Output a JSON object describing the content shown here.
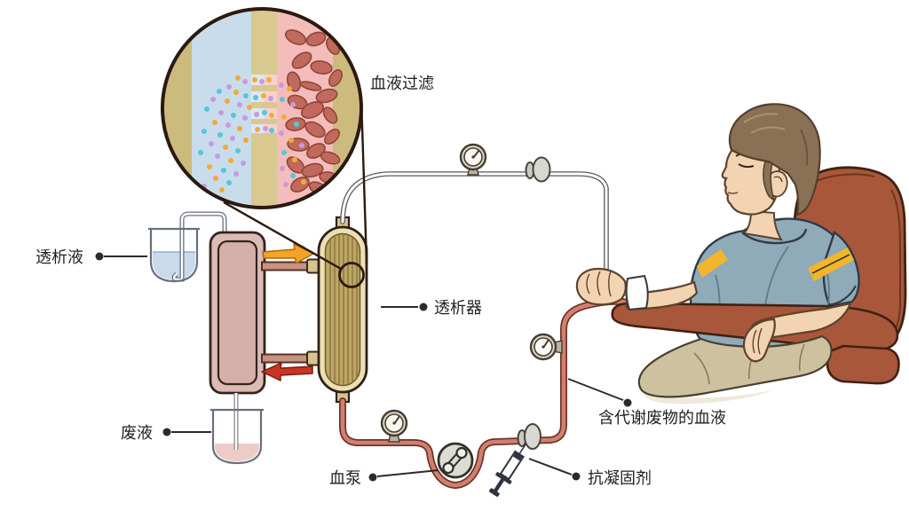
{
  "diagram": {
    "type": "medical-illustration",
    "subject": "hemodialysis circuit with patient"
  },
  "labels": {
    "blood_filtration": "血液过滤",
    "dialysate": "透析液",
    "dialyzer": "透析器",
    "waste_fluid": "废液",
    "blood_pump": "血泵",
    "anticoagulant": "抗凝固剂",
    "blood_with_metabolic_waste": "含代谢废物的血液"
  },
  "colors": {
    "dialysate_blue": "#c9dcec",
    "dialysate_liquid": "#cadaeb",
    "membrane_tan": "#d9c88f",
    "blood_side_pink": "#f4bcba",
    "red_blood_cell": "#c0695c",
    "waste_dot_orange": "#f2a93b",
    "waste_dot_purple": "#c79ae0",
    "waste_dot_cyan": "#54c8d8",
    "blood_tube": "#d0806f",
    "machine_pink": "#dcbab6",
    "dialyzer_body": "#bda765",
    "inflow_arrow_orange": "#f6a229",
    "outflow_arrow_red": "#ca3423",
    "chair_brown": "#a8573a",
    "shirt_blue": "#8faab8",
    "sleeve_stripe_yellow": "#f3b62a",
    "pants_khaki": "#cdc1a0",
    "waste_liquid_pink": "#edccc7",
    "label_text": "#1f1f1f"
  }
}
